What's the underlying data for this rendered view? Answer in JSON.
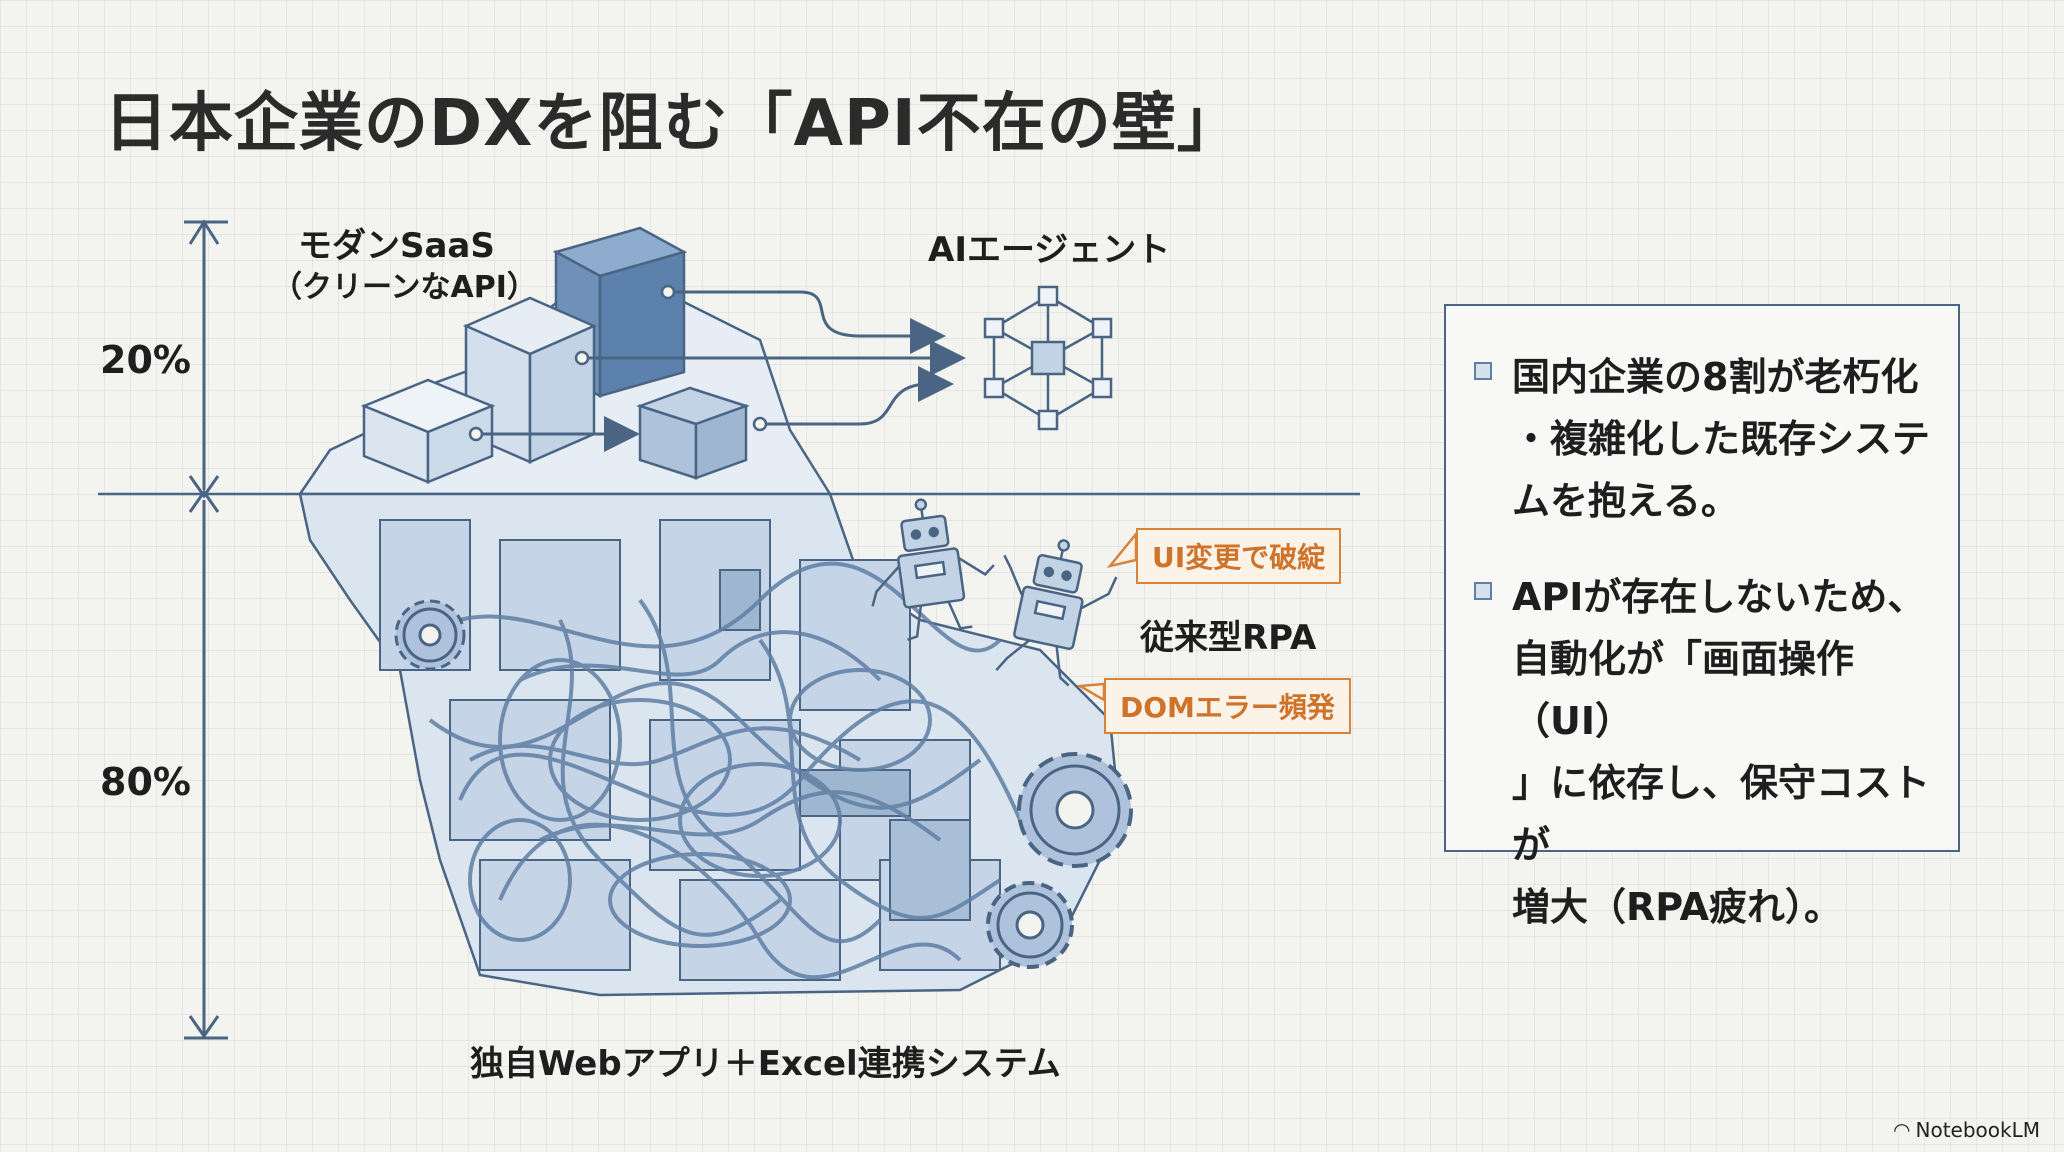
{
  "title": "日本企業のDXを阻む「API不在の壁」",
  "diagram": {
    "saas_label_line1": "モダンSaaS",
    "saas_label_line2": "（クリーンなAPI）",
    "ai_agent_label": "AIエージェント",
    "percent_top": "20%",
    "percent_bottom": "80%",
    "rpa_label": "従来型RPA",
    "callout_ui": "UI変更で破綻",
    "callout_dom": "DOMエラー頻発",
    "legacy_label": "独自Webアプリ＋Excel連携システム"
  },
  "panel": {
    "bullets": [
      {
        "lines": [
          "国内企業の8割が老朽化",
          "・複雑化した既存システ",
          "ムを抱える。"
        ]
      },
      {
        "lines": [
          "APIが存在しないため、",
          "自動化が「画面操作（UI）",
          "」に依存し、保守コストが",
          "増大（RPA疲れ）。"
        ]
      }
    ]
  },
  "footer": {
    "brand": "NotebookLM"
  },
  "colors": {
    "line": "#4a6584",
    "fill_light": "#dbe5f0",
    "fill_mid": "#aec3db",
    "fill_dark": "#6e90b9",
    "accent": "#d9823a"
  },
  "icons": [
    "cube-icon",
    "arrow-right-icon",
    "ai-network-icon",
    "robot-icon",
    "gear-icon",
    "tangle-wires-icon"
  ]
}
